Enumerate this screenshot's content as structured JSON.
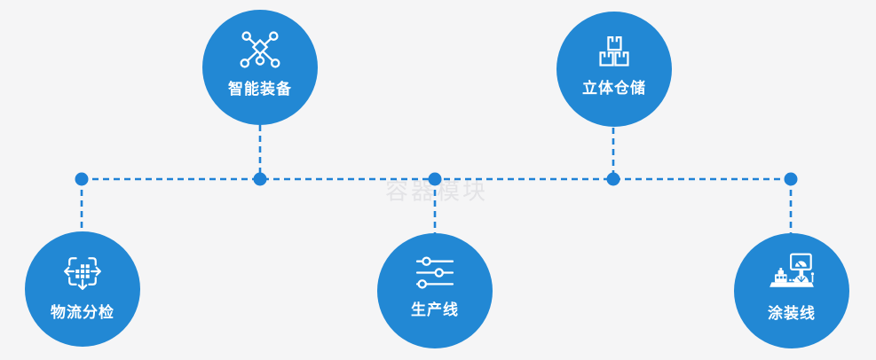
{
  "diagram": {
    "watermark": "容器模块",
    "nodes": [
      {
        "id": "smart-equipment",
        "label": "智能装备",
        "icon": "network-nodes-icon"
      },
      {
        "id": "warehouse-storage",
        "label": "立体仓储",
        "icon": "stacked-boxes-icon"
      },
      {
        "id": "logistics-sorting",
        "label": "物流分检",
        "icon": "sorting-arrows-icon"
      },
      {
        "id": "production-line",
        "label": "生产线",
        "icon": "sliders-icon"
      },
      {
        "id": "painting-line",
        "label": "涂装线",
        "icon": "control-machine-icon"
      }
    ]
  },
  "colors": {
    "background": "#f5f5f6",
    "node_fill": "#2288d4",
    "connector": "#1f82d6",
    "icon_and_text": "#ffffff",
    "watermark": "#e3e3e6"
  }
}
